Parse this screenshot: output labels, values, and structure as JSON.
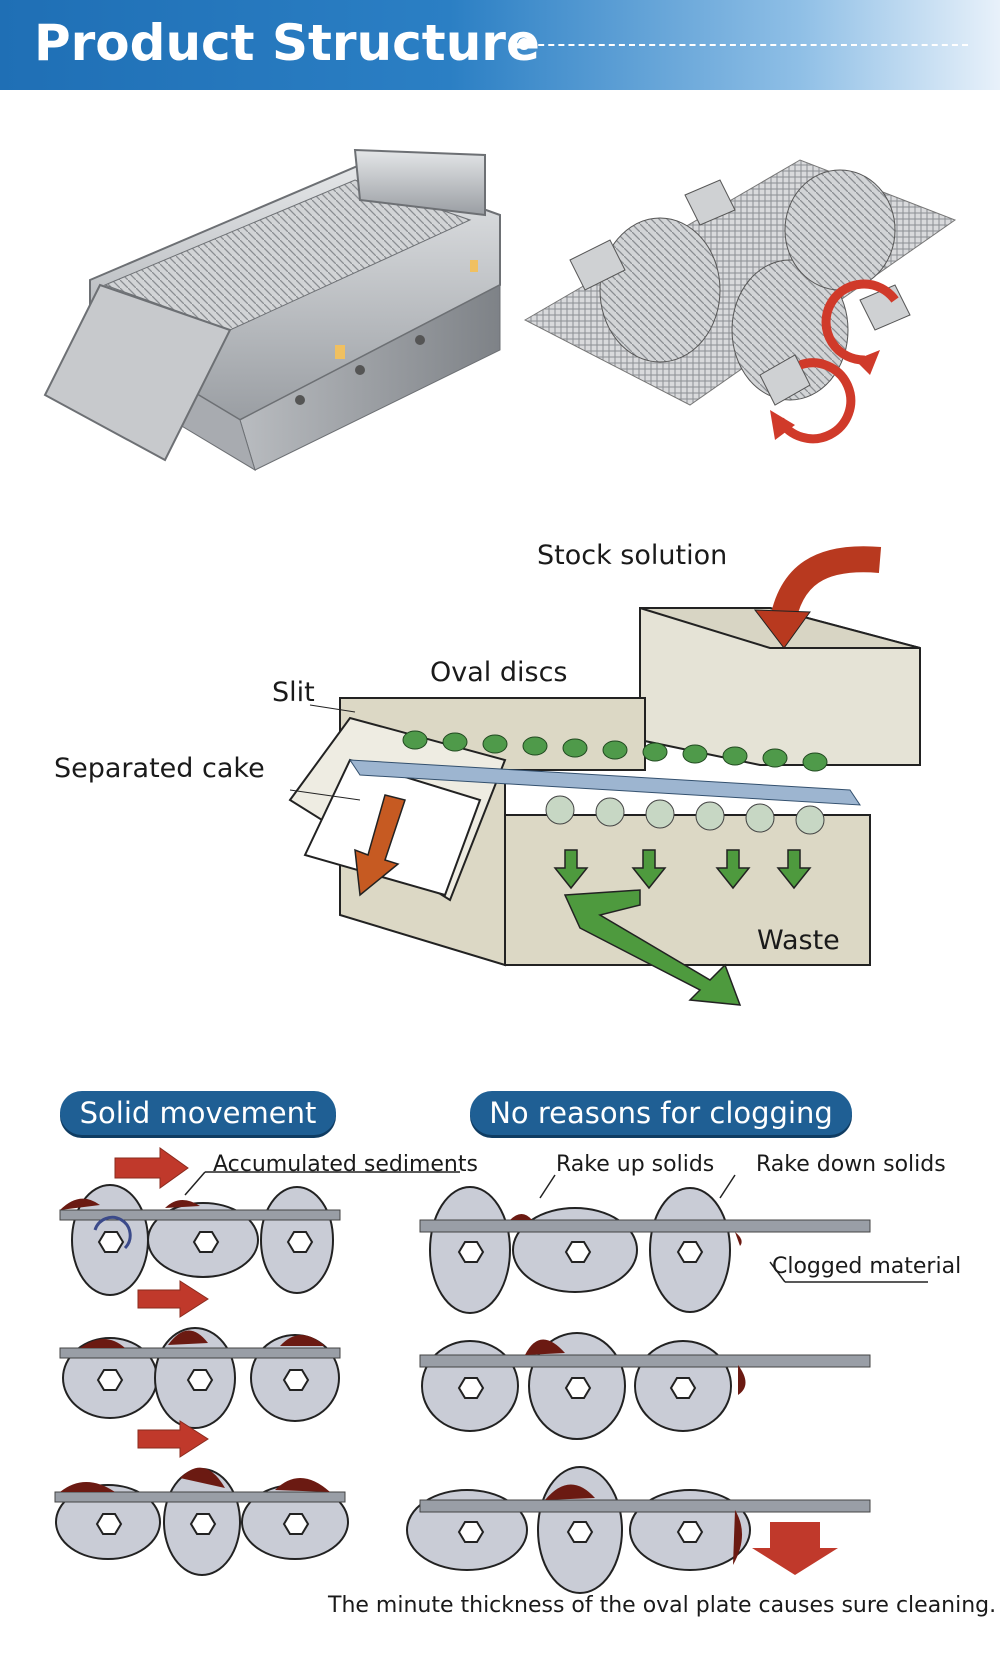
{
  "header": {
    "title": "Product Structure"
  },
  "process_diagram": {
    "stock_solution": "Stock solution",
    "oval_discs": "Oval discs",
    "slit": "Slit",
    "separated_cake": "Separated cake",
    "waste": "Waste"
  },
  "solid_movement": {
    "title": "Solid movement",
    "accumulated_sediments": "Accumulated sediments"
  },
  "no_clogging": {
    "title": "No reasons for clogging",
    "rake_up": "Rake up solids",
    "rake_down": "Rake down solids",
    "clogged": "Clogged  material"
  },
  "caption": "The minute thickness of the oval plate causes sure cleaning.",
  "colors": {
    "banner": "#1f6fb5",
    "pill": "#1f5f94",
    "arrow_red": "#c0392b",
    "arrow_green": "#4e9a3e",
    "disc": "#c9ccd6"
  }
}
